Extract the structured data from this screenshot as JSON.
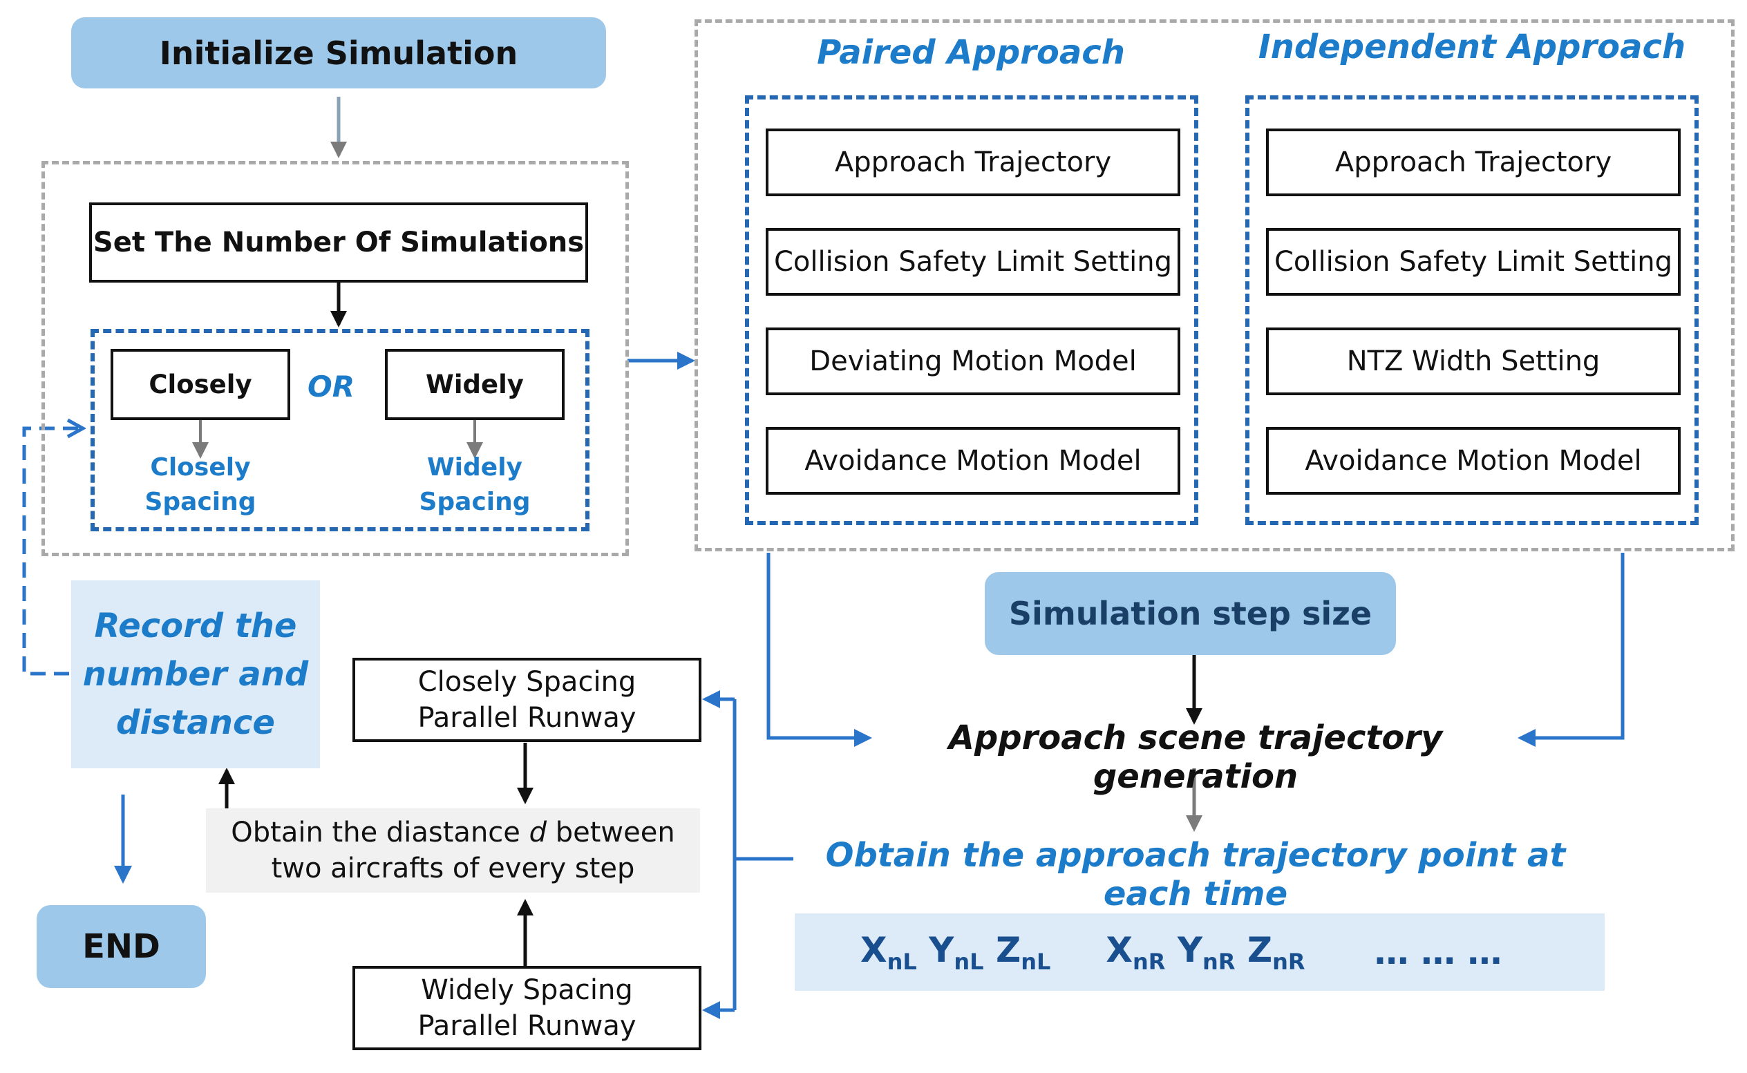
{
  "init": "Initialize Simulation",
  "set_number": "Set The Number Of Simulations",
  "closely": "Closely",
  "or": "OR",
  "widely": "Widely",
  "closely_spacing_line1": "Closely",
  "closely_spacing_line2": "Spacing",
  "widely_spacing_line1": "Widely",
  "widely_spacing_line2": "Spacing",
  "paired_title": "Paired Approach",
  "independent_title": "Independent Approach",
  "paired_items": [
    "Approach Trajectory",
    "Collision Safety Limit Setting",
    "Deviating Motion Model",
    "Avoidance Motion Model"
  ],
  "independent_items": [
    "Approach Trajectory",
    "Collision Safety Limit Setting",
    "NTZ Width Setting",
    "Avoidance Motion Model"
  ],
  "step_size": "Simulation step size",
  "scene_generation": "Approach scene trajectory generation",
  "obtain_point": "Obtain the approach trajectory point at each time",
  "record_line1": "Record the",
  "record_line2": "number and",
  "record_line3": "distance",
  "closely_runway_line1": "Closely Spacing",
  "closely_runway_line2": "Parallel Runway",
  "widely_runway_line1": "Widely Spacing",
  "widely_runway_line2": "Parallel Runway",
  "distance_pre": "Obtain the diastance",
  "distance_var": "d",
  "distance_post": "between",
  "distance_line2": "two aircrafts of every step",
  "end": "END",
  "coords": {
    "x": "X",
    "y": "Y",
    "z": "Z",
    "sub_left": "nL",
    "sub_right": "nR",
    "ellipsis": "… … …"
  },
  "colors": {
    "accent_blue": "#2467b3",
    "light_blue": "#9dc8ea",
    "text_blue": "#1c7cc9",
    "gray_dash": "#a9a9a9"
  }
}
